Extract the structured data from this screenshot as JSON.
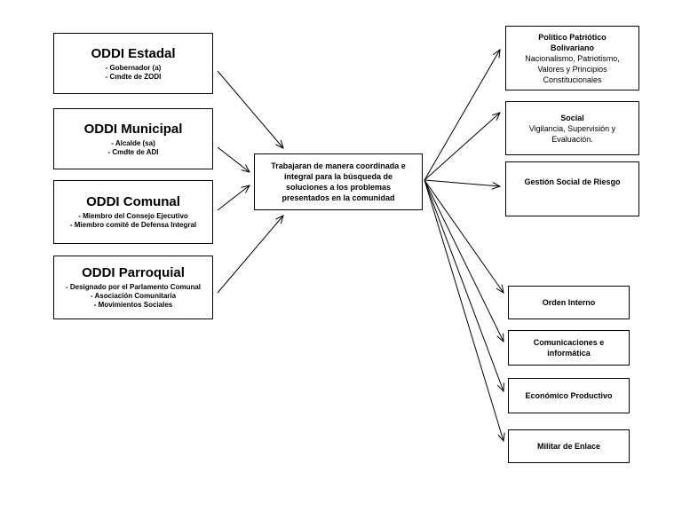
{
  "left_boxes": [
    {
      "title": "ODDI Estadal",
      "lines": [
        "- Gobernador (a)",
        "- Cmdte de ZODI"
      ]
    },
    {
      "title": "ODDI Municipal",
      "lines": [
        "- Alcalde (sa)",
        "- Cmdte de ADI"
      ]
    },
    {
      "title": "ODDI Comunal",
      "lines": [
        "- Miembro del Consejo Ejecutivo",
        "- Miembro comité de Defensa Integral"
      ]
    },
    {
      "title": "ODDI Parroquial",
      "lines": [
        "- Designado por el Parlamento Comunal",
        "- Asociación Comunitaria",
        "- Movimientos Sociales"
      ]
    }
  ],
  "center_box": {
    "lines": [
      "Trabajaran de manera coordinada e",
      "integral para la búsqueda de",
      "soluciones a los problemas",
      "presentados en la comunidad"
    ]
  },
  "right_boxes": [
    {
      "title_lines": [
        "Político Patriótico",
        "Bolivariano"
      ],
      "lines": [
        "Nacionalismo, Patriotismo,",
        "Valores y Principios",
        "Constitucionales"
      ]
    },
    {
      "title_lines": [
        "Social"
      ],
      "lines": [
        "Vigilancia, Supervisión y",
        "Evaluación."
      ]
    },
    {
      "title_lines": [
        "Gestión Social de Riesgo"
      ],
      "lines": []
    },
    {
      "title_lines": [
        "Orden Interno"
      ],
      "lines": []
    },
    {
      "title_lines": [
        "Comunicaciones e",
        "informática"
      ],
      "lines": []
    },
    {
      "title_lines": [
        "Económico Productivo"
      ],
      "lines": []
    },
    {
      "title_lines": [
        "Militar de Enlace"
      ],
      "lines": []
    }
  ]
}
